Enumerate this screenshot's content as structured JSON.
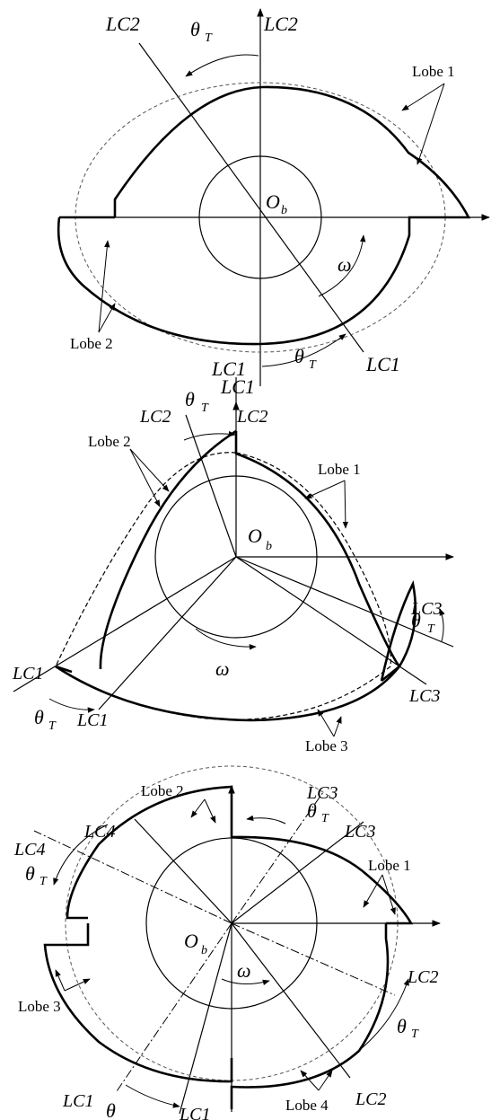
{
  "figure_1": {
    "lc2_left": "LC2",
    "lc2_top": "LC2",
    "lc1_right": "LC1",
    "lc1_bottom": "LC1",
    "theta_top": "θ",
    "theta_top_sub": "T",
    "theta_bottom": "θ",
    "theta_bottom_sub": "T",
    "origin": "O",
    "origin_sub": "b",
    "omega": "ω",
    "lobe_1": "Lobe 1",
    "lobe_2": "Lobe 2"
  },
  "figure_2": {
    "lc1_top": "LC1",
    "lc2_left": "LC2",
    "lc2_top": "LC2",
    "lc3_upper": "LC3",
    "lc3_lower": "LC3",
    "lc1_left": "LC1",
    "lc1_lower": "LC1",
    "theta_top": "θ",
    "theta_top_sub": "T",
    "theta_right": "θ",
    "theta_right_sub": "T",
    "theta_left": "θ",
    "theta_left_sub": "T",
    "origin": "O",
    "origin_sub": "b",
    "omega": "ω",
    "lobe_1": "Lobe 1",
    "lobe_2": "Lobe 2",
    "lobe_3": "Lobe 3"
  },
  "figure_3": {
    "lc4_top": "LC4",
    "lc4_left": "LC4",
    "lc3_top": "LC3",
    "lc3_right": "LC3",
    "lc2_right": "LC2",
    "lc2_bottom": "LC2",
    "lc1_left": "LC1",
    "lc1_bottom": "LC1",
    "theta_top": "θ",
    "theta_top_sub": "T",
    "theta_left": "θ",
    "theta_left_sub": "T",
    "theta_right": "θ",
    "theta_right_sub": "T",
    "theta_bottom": "θ",
    "origin": "O",
    "origin_sub": "b",
    "omega": "ω",
    "lobe_1": "Lobe 1",
    "lobe_2": "Lobe 2",
    "lobe_3": "Lobe 3",
    "lobe_4": "Lobe 4"
  }
}
